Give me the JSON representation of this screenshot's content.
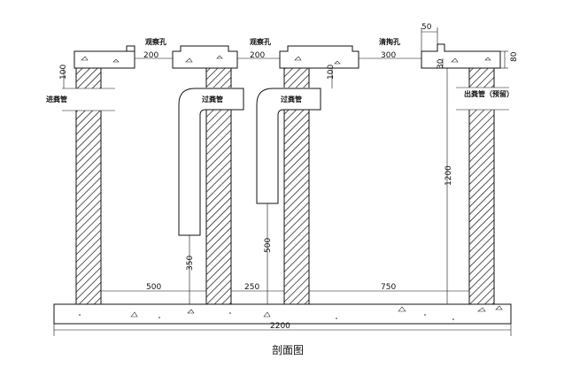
{
  "labels": {
    "observation_hole": "观察孔",
    "cleanout_hole": "清掏孔",
    "inlet_pipe": "进粪管",
    "transfer_pipe": "过粪管",
    "outlet_pipe": "出粪管（预留）",
    "caption": "剖面图"
  },
  "dimensions": {
    "gap_1": "200",
    "gap_2": "200",
    "gap_3": "300",
    "cleanout_width": "50",
    "top_thickness": "80",
    "lid_step": "30",
    "inlet_depth": "100",
    "transfer_depth": "100",
    "wall_height": "1200",
    "pipe_1_height": "350",
    "pipe_2_height": "500",
    "chamber_1": "500",
    "chamber_2": "250",
    "chamber_3": "750",
    "total": "2200"
  },
  "colors": {
    "line": "#111111",
    "background": "#ffffff"
  }
}
